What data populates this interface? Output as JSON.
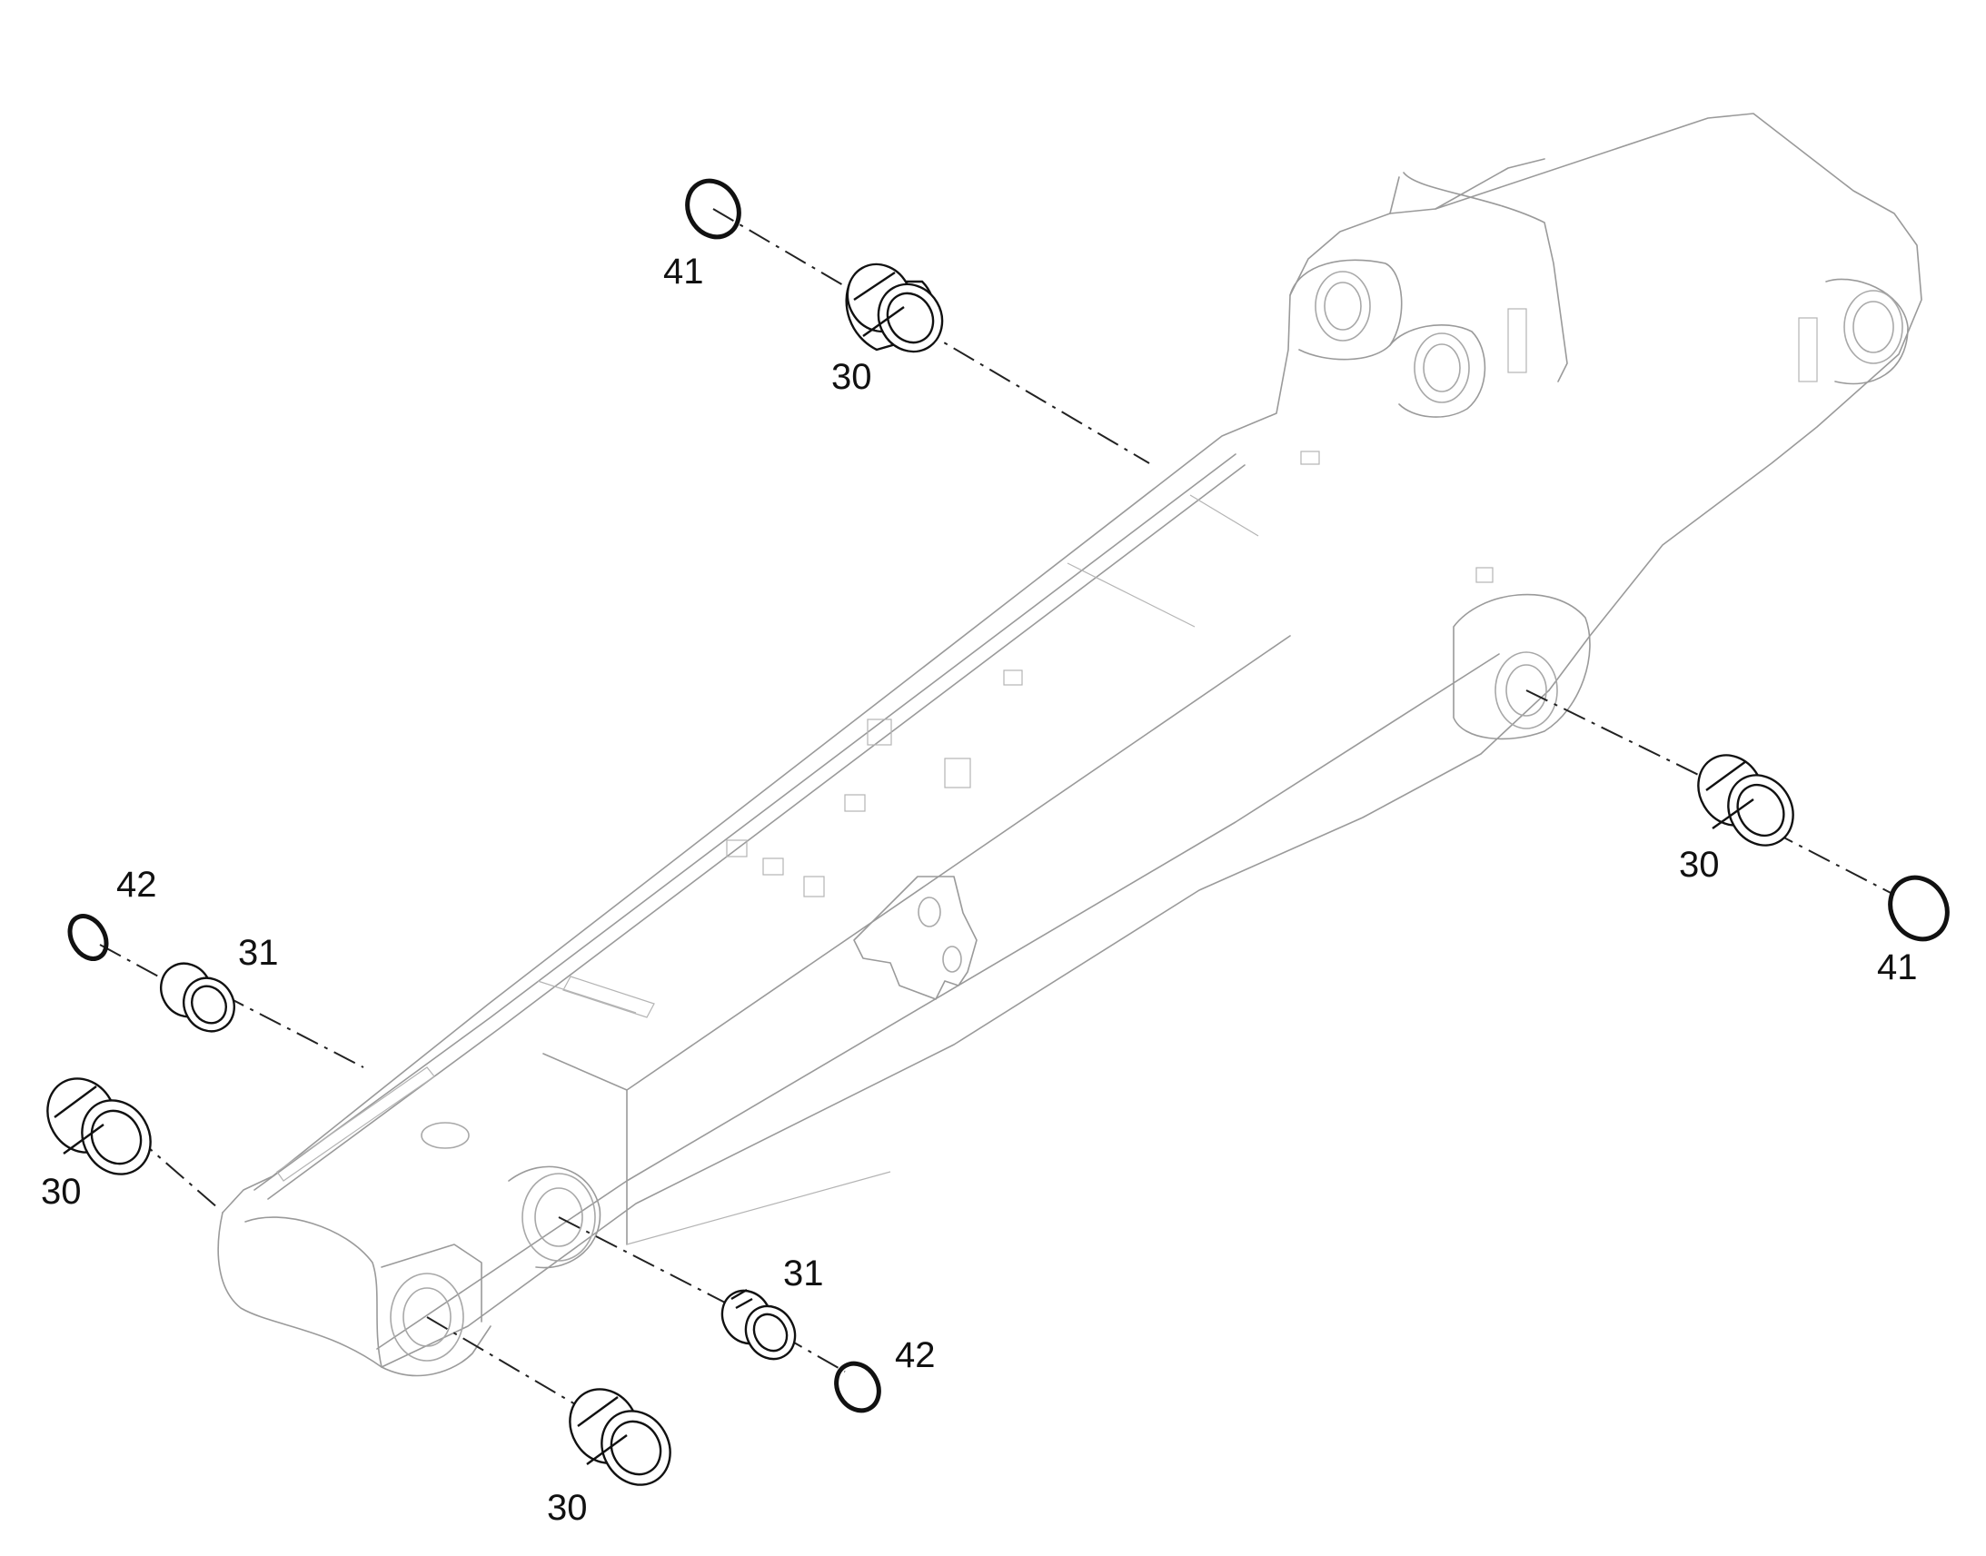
{
  "diagram": {
    "callouts": {
      "top_ring": "41",
      "top_bushing": "30",
      "right_bushing": "30",
      "right_ring": "41",
      "left_small_ring": "42",
      "left_small_bushing": "31",
      "left_bushing": "30",
      "bottom_small_bushing": "31",
      "bottom_small_ring": "42",
      "bottom_bushing": "30"
    }
  }
}
